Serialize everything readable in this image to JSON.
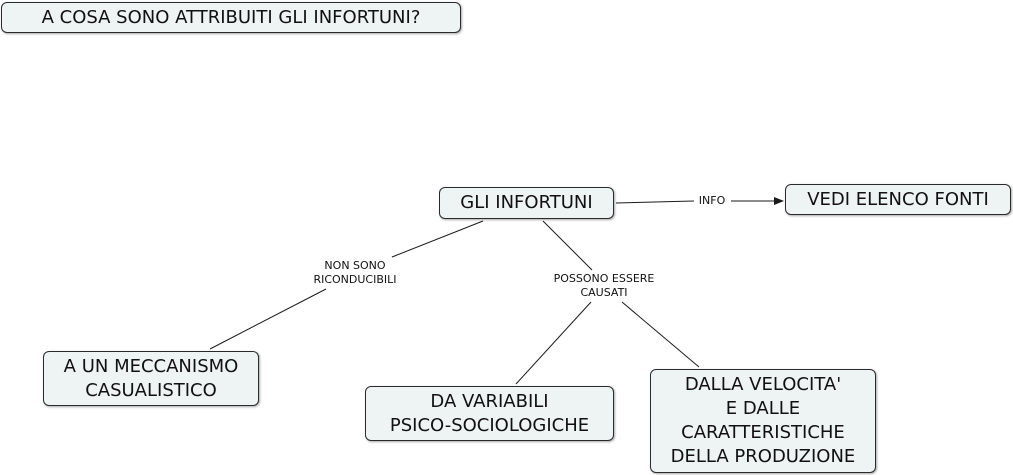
{
  "question": "A COSA SONO ATTRIBUITI GLI INFORTUNI?",
  "nodes": {
    "root": "GLI INFORTUNI",
    "fonti": "VEDI ELENCO FONTI",
    "meccanismo": "A UN MECCANISMO\nCASUALISTICO",
    "variabili": "DA VARIABILI\nPSICO-SOCIOLOGICHE",
    "velocita": "DALLA VELOCITA'\nE DALLE\nCARATTERISTICHE\nDELLA PRODUZIONE"
  },
  "links": {
    "info": "INFO",
    "non_riconducibili": "NON SONO\nRICONDUCIBILI",
    "possono_causati": "POSSONO ESSERE\nCAUSATI"
  },
  "colors": {
    "node_fill": "#eef3f4",
    "node_border": "#2b2b2b",
    "line": "#1a1a1a"
  }
}
